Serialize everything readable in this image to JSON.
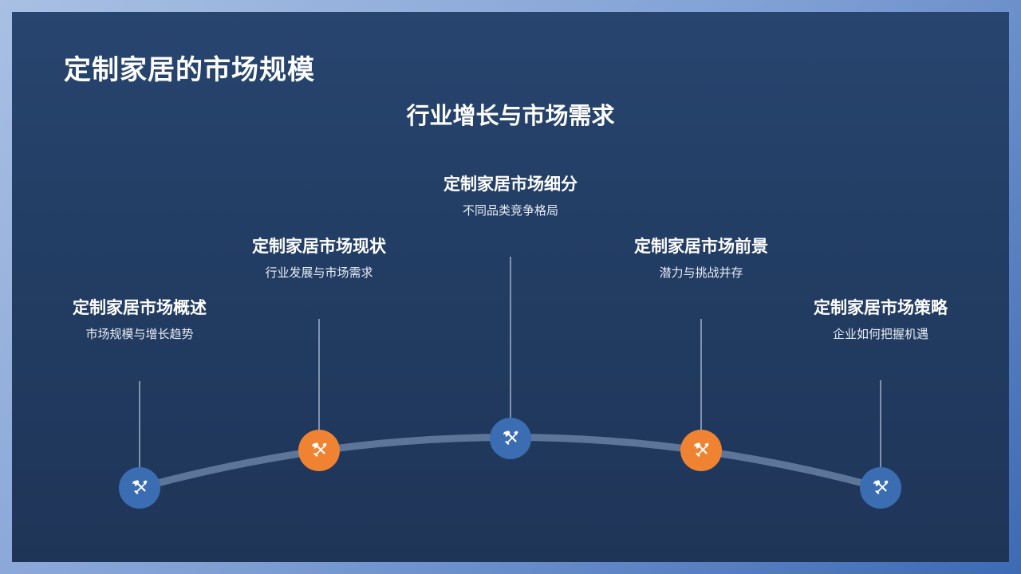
{
  "slide": {
    "title": "定制家居的市场规模",
    "subtitle": "行业增长与市场需求"
  },
  "colors": {
    "frame_light": "#a9c0e4",
    "frame_dark": "#3d6ab4",
    "panel_bg": "#233e65",
    "node_blue": "#3b6db3",
    "node_orange": "#ef8332",
    "arc": "#5d7598",
    "connector": "#9fb1cc",
    "text": "#ffffff"
  },
  "nodes": [
    {
      "title": "定制家居市场概述",
      "desc": "市场规模与增长趋势",
      "icon": "tools-icon",
      "color": "blue"
    },
    {
      "title": "定制家居市场现状",
      "desc": "行业发展与市场需求",
      "icon": "tools-icon",
      "color": "orange"
    },
    {
      "title": "定制家居市场细分",
      "desc": "不同品类竞争格局",
      "icon": "tools-icon",
      "color": "blue"
    },
    {
      "title": "定制家居市场前景",
      "desc": "潜力与挑战并存",
      "icon": "tools-icon",
      "color": "orange"
    },
    {
      "title": "定制家居市场策略",
      "desc": "企业如何把握机遇",
      "icon": "tools-icon",
      "color": "blue"
    }
  ]
}
